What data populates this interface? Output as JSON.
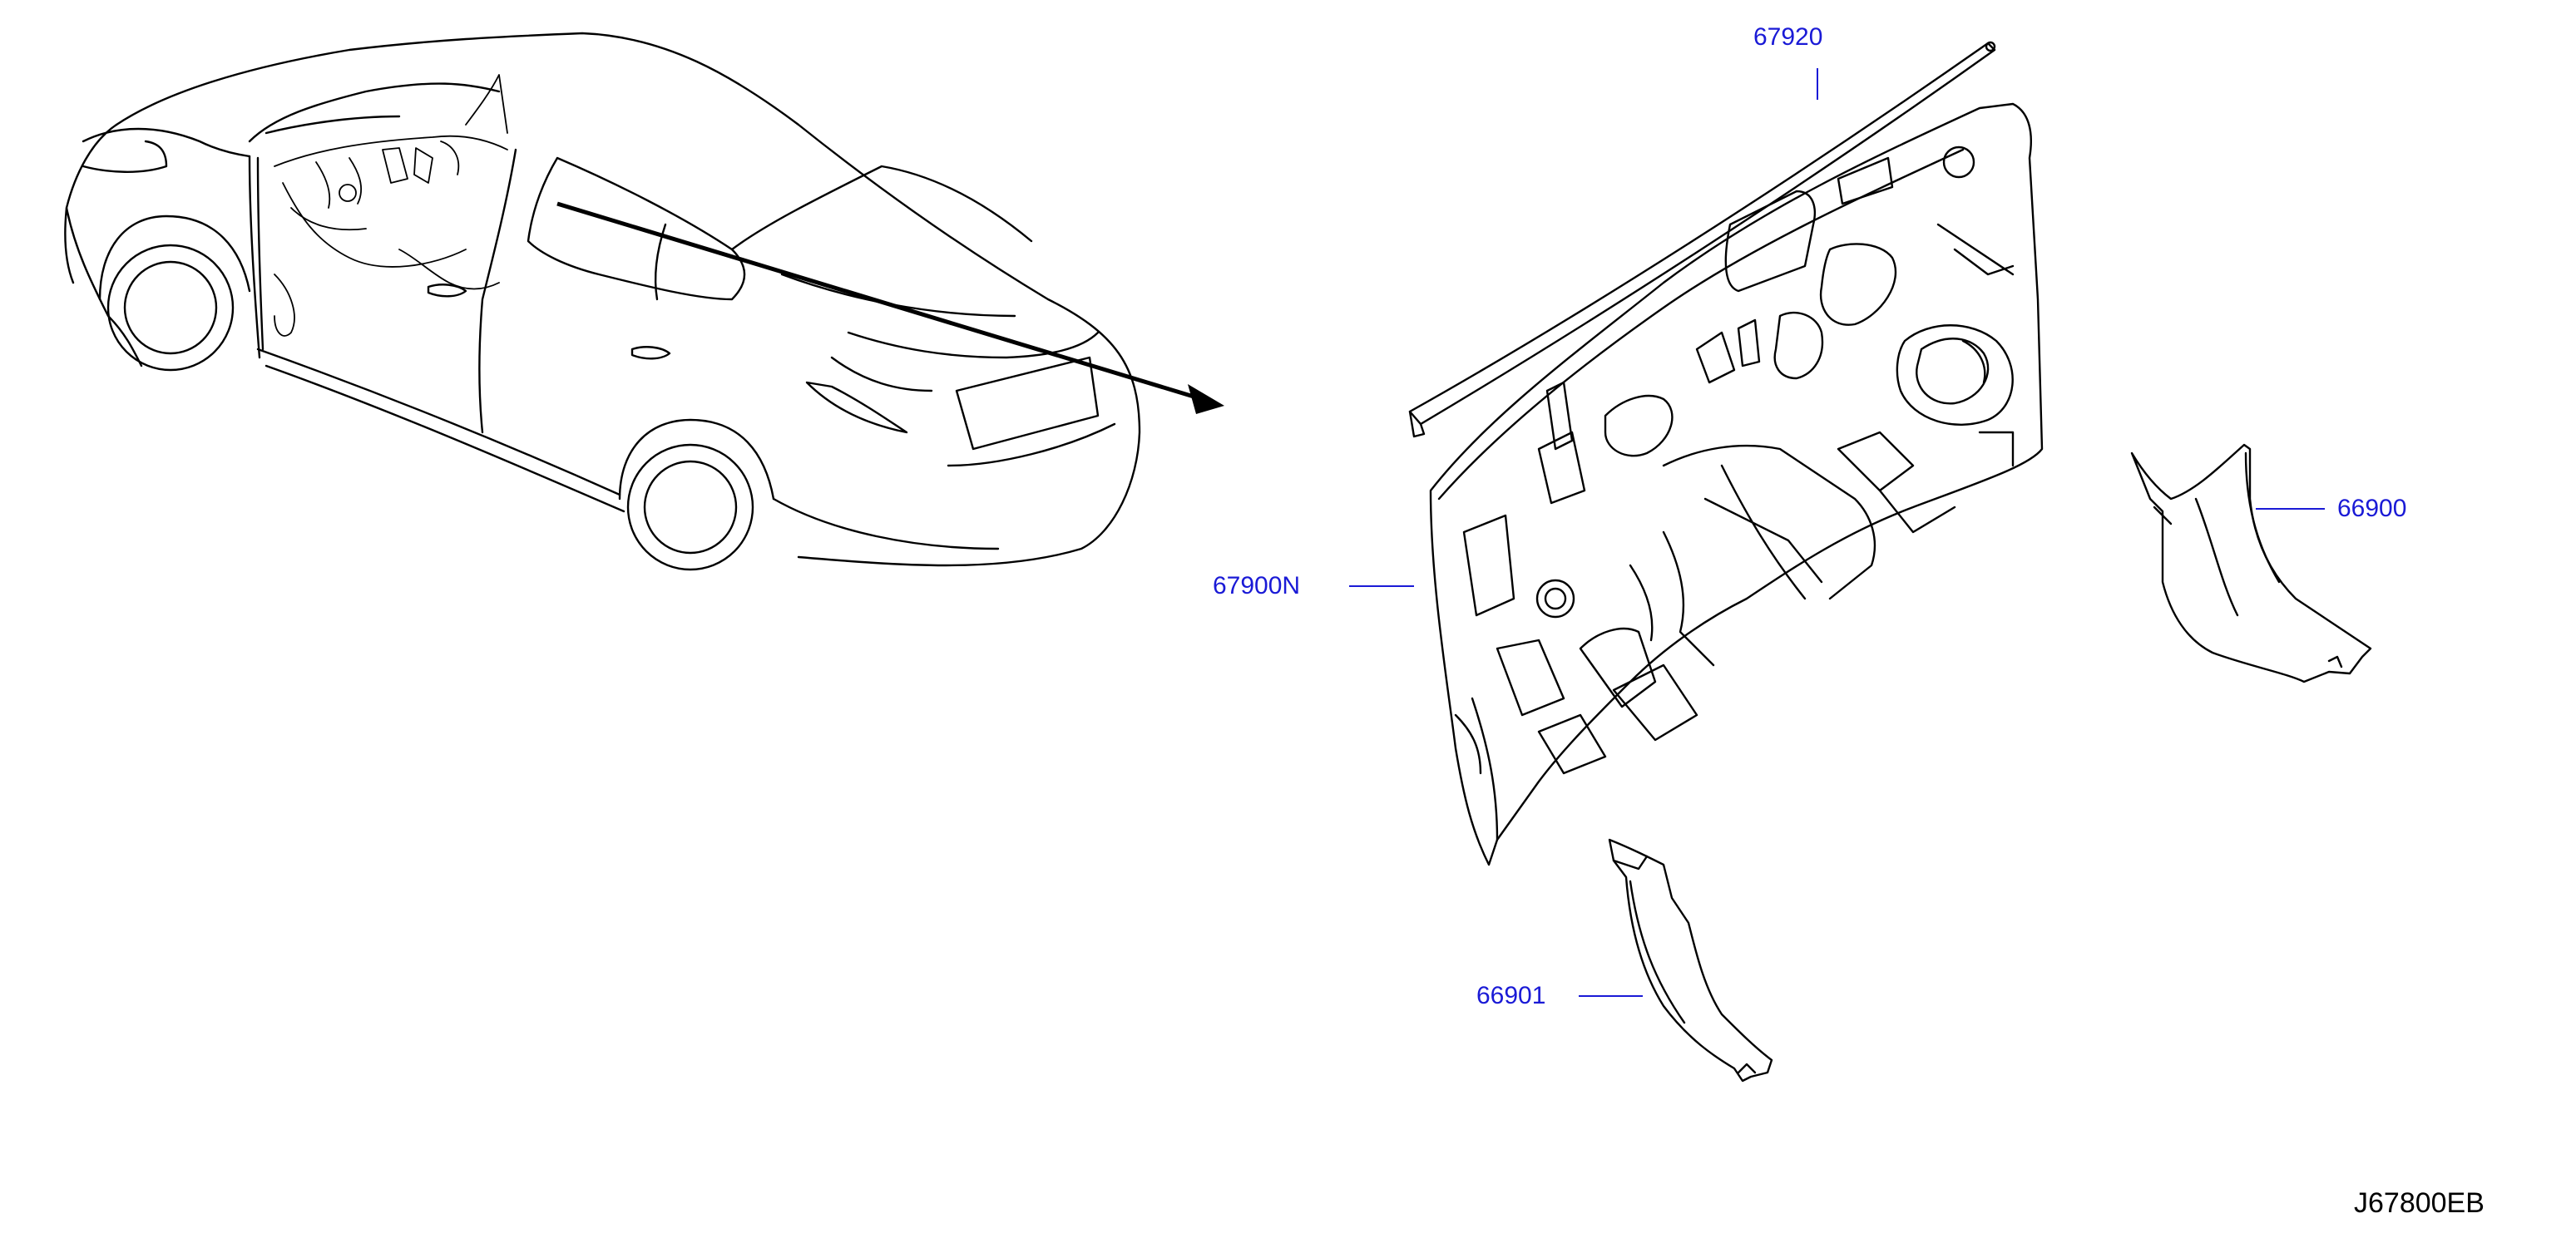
{
  "labels": {
    "p67920": "67920",
    "p67900N": "67900N",
    "p66900": "66900",
    "p66901": "66901"
  },
  "diagram_code": "J67800EB",
  "colors": {
    "label": "#1a1ad6",
    "ink": "#000000",
    "background": "#ffffff"
  }
}
